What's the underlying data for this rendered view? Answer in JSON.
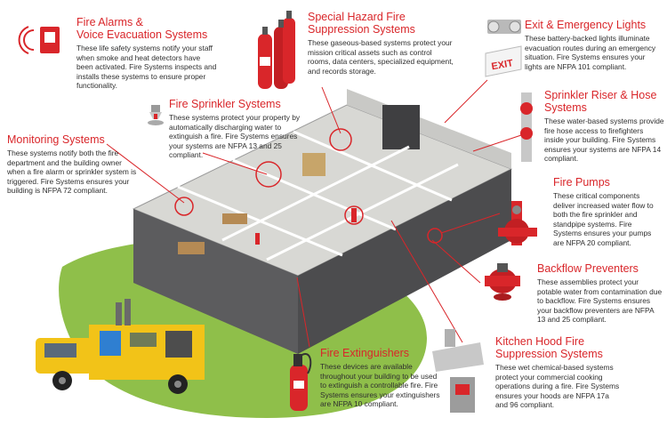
{
  "colors": {
    "accent": "#d9262a",
    "body_text": "#2f2f2f",
    "lawn": "#8fbf4a",
    "truck": "#f2c318",
    "wall": "#5c5c5e",
    "floor": "#d8d8d4"
  },
  "icons": [
    "fire-alarm-icon",
    "fire-suppression-tank-icon",
    "exit-sign-icon",
    "sprinkler-head-icon",
    "riser-valve-icon",
    "fire-pump-icon",
    "backflow-preventer-icon",
    "fire-extinguisher-icon",
    "kitchen-hood-icon",
    "service-truck-icon",
    "building-cutaway-icon"
  ],
  "callouts": {
    "fire_alarms": {
      "title": "Fire Alarms &\nVoice Evacuation Systems",
      "body": "These life safety systems notify your staff when smoke and heat detectors have been activated. Fire Systems inspects and installs these systems to ensure proper functionality."
    },
    "special_hazard": {
      "title": "Special Hazard Fire\nSuppression Systems",
      "body": "These gaseous-based systems protect your mission critical assets such as control rooms, data centers, specialized equipment, and records storage."
    },
    "exit_lights": {
      "title": "Exit & Emergency Lights",
      "body": "These battery-backed lights illuminate evacuation routes during an emergency situation. Fire Systems ensures your lights are NFPA 101 compliant."
    },
    "fire_sprinkler": {
      "title": "Fire Sprinkler Systems",
      "body": "These systems protect your property by automatically discharging water to extinguish a fire. Fire Systems ensures your systems are NFPA 13 and 25 compliant."
    },
    "riser_hose": {
      "title": "Sprinkler Riser & Hose\nSystems",
      "body": "These water-based systems provide fire hose access to firefighters inside your building. Fire Systems ensures your systems are NFPA 14 compliant."
    },
    "monitoring": {
      "title": "Monitoring Systems",
      "body": "These systems notify both the fire department and the building owner when a fire alarm or sprinkler system is triggered. Fire Systems ensures your building is NFPA 72 compliant."
    },
    "fire_pumps": {
      "title": "Fire Pumps",
      "body": "These critical components deliver increased water flow to both the fire sprinkler and standpipe systems. Fire Systems ensures your pumps are NFPA 20 compliant."
    },
    "backflow": {
      "title": "Backflow Preventers",
      "body": "These assemblies protect your potable water from contamination due to backflow. Fire Systems ensures your backflow preventers are NFPA 13 and 25 compliant."
    },
    "extinguishers": {
      "title": "Fire Extinguishers",
      "body": "These devices are available throughout your building to be used to extinguish a controllable fire. Fire Systems ensures your extinguishers are NFPA 10 compliant."
    },
    "kitchen_hood": {
      "title": "Kitchen Hood Fire\nSuppression Systems",
      "body": "These wet chemical-based systems protect your commercial cooking operations during a fire. Fire Systems ensures your hoods are NFPA 17a and 96 compliant."
    }
  }
}
